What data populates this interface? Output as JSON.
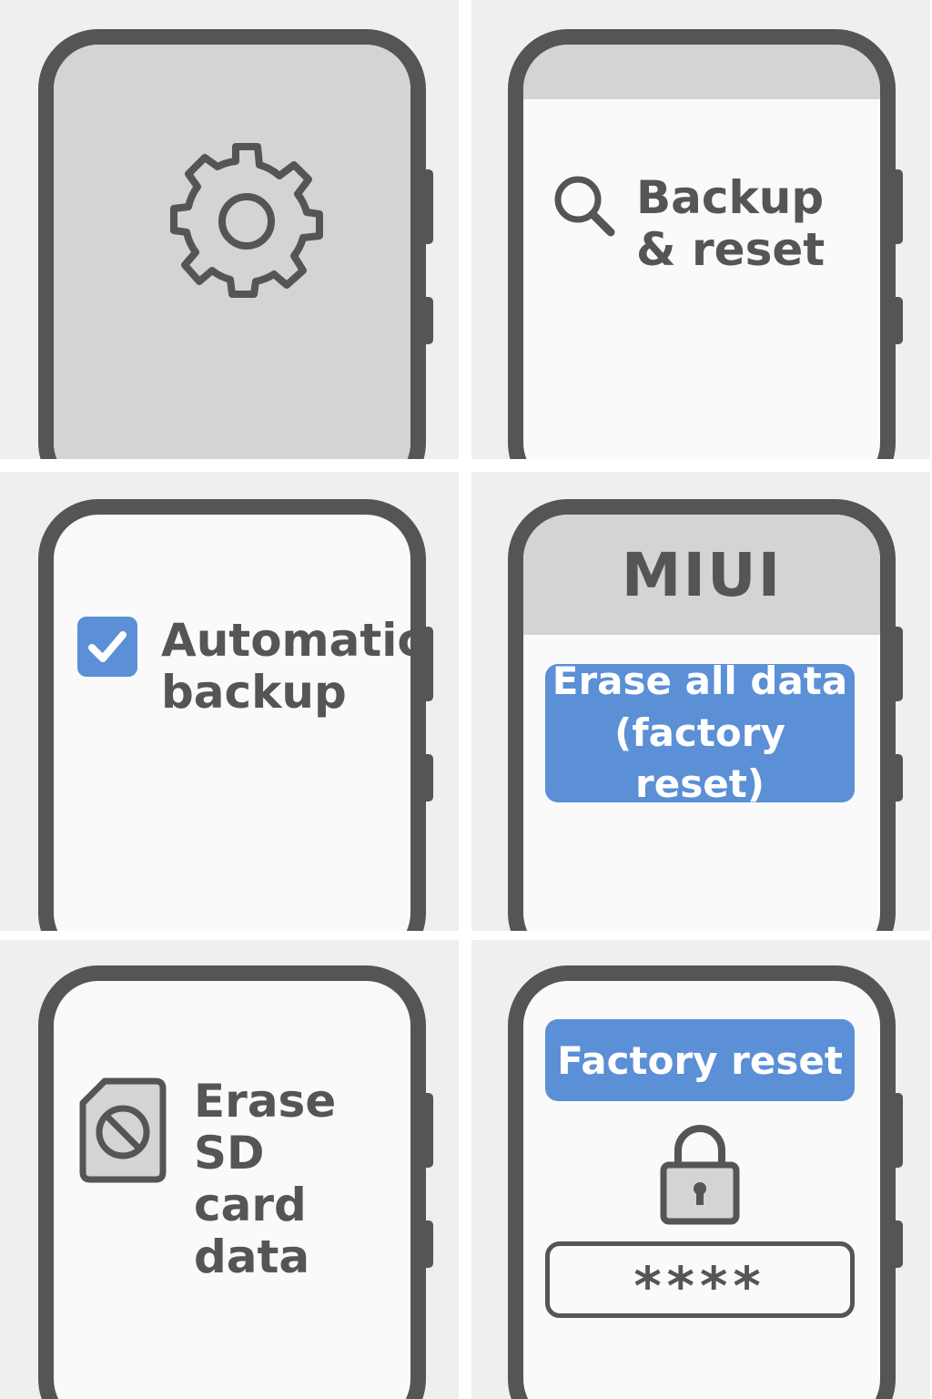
{
  "panels": {
    "settings": {
      "icon": "gear-icon"
    },
    "search": {
      "icon": "search-icon",
      "line1": "Backup",
      "line2": "& reset"
    },
    "backup": {
      "icon": "checkbox-checked-icon",
      "checked": true,
      "line1": "Automatic",
      "line2": "backup"
    },
    "miui": {
      "brand": "MIUI",
      "button_line1": "Erase all data",
      "button_line2": "(factory reset)"
    },
    "sdcard": {
      "icon": "sd-card-blocked-icon",
      "line1": "Erase SD",
      "line2": "card data"
    },
    "factory": {
      "button_label": "Factory reset",
      "icon": "lock-icon",
      "password_mask": "****"
    }
  },
  "colors": {
    "accent": "#5b8fd6",
    "frame": "#555555",
    "screen": "#fafafa",
    "bar": "#d4d4d4",
    "background": "#efefef"
  }
}
